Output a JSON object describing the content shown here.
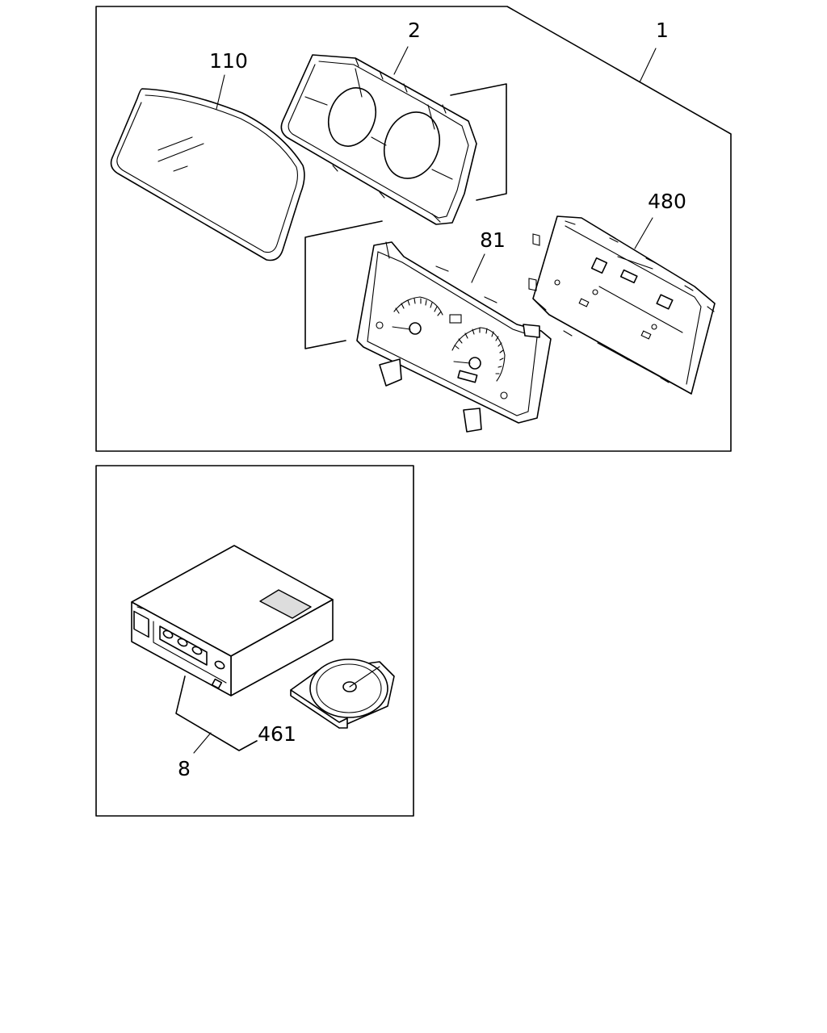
{
  "diagram": {
    "labels": {
      "assembly": "1",
      "cover_frame": "2",
      "lens": "110",
      "dial_panel": "81",
      "circuit_board": "480",
      "control_unit": "8",
      "disc": "461"
    }
  }
}
